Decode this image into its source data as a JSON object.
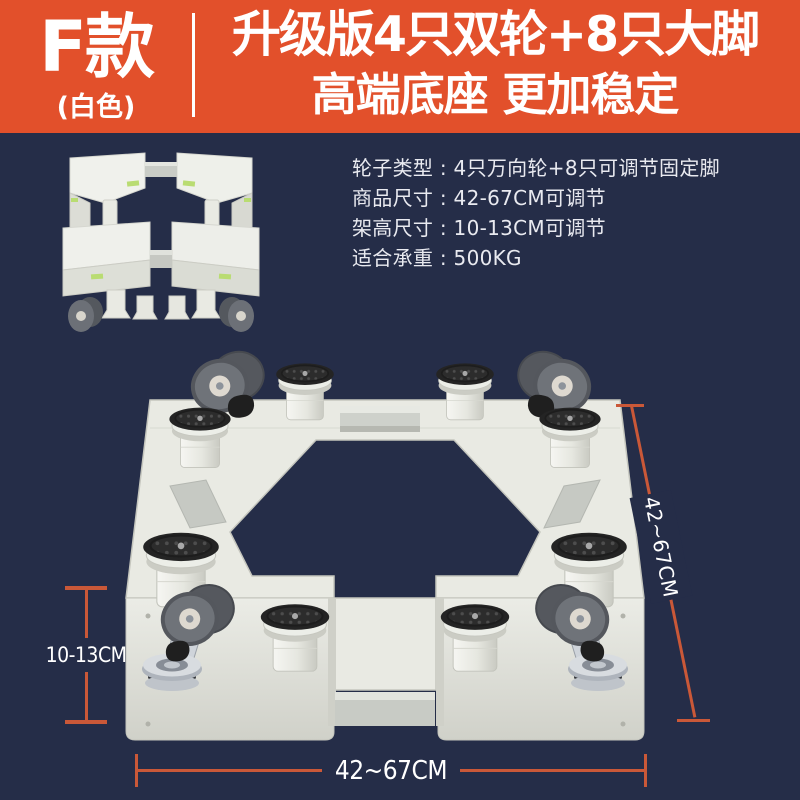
{
  "banner": {
    "model": "F款",
    "color_note": "(白色)",
    "title_line1": "升级版4只双轮+8只大脚",
    "title_line2": "高端底座 更加稳定"
  },
  "specs": [
    "轮子类型 : 4只万向轮+8只可调节固定脚",
    "商品尺寸 : 42-67CM可调节",
    "架高尺寸 : 10-13CM可调节",
    "适合承重 : 500KG"
  ],
  "dimensions": {
    "width": "42~67CM",
    "height": "10-13CM",
    "side": "42~67CM"
  },
  "colors": {
    "banner_orange": "#E2502B",
    "background_navy": "#252D48",
    "dimension_line": "#CA5838",
    "text_white": "#FFFFFF",
    "product_plastic": "#E9EAE3",
    "foot_pad_black": "#262626",
    "wheel_gray": "#6F7379",
    "metal_zinc": "#CFD4DA",
    "sticker_green": "#B9DC72"
  }
}
